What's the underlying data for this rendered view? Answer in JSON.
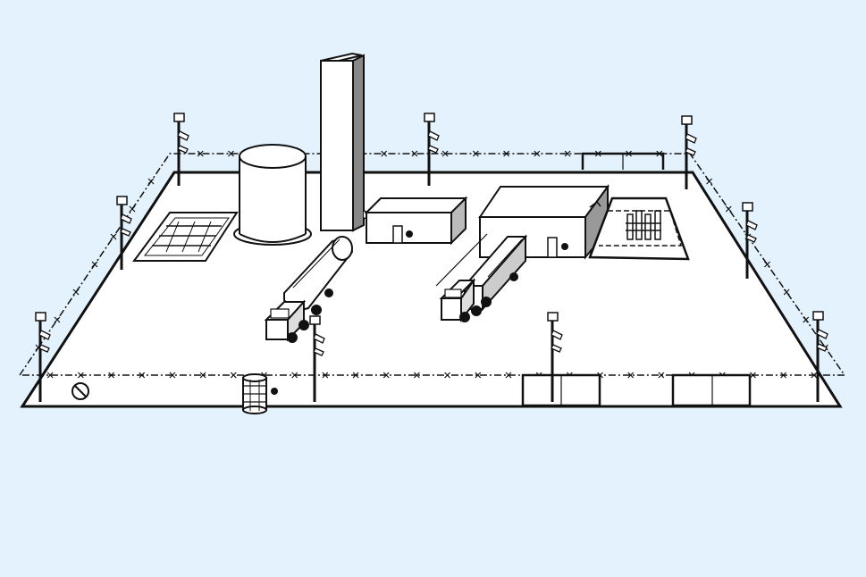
{
  "diagram": {
    "background_color": "#e3f2fc",
    "ground_color": "#ffffff",
    "line_color": "#111111",
    "components": [
      "perimeter-fence",
      "security-camera-pole",
      "tall-tower",
      "storage-tank",
      "pipe-manifold",
      "small-building",
      "warehouse-building",
      "electrical-substation",
      "tanker-truck",
      "box-truck",
      "barrel",
      "no-entry-sign",
      "gate"
    ]
  }
}
